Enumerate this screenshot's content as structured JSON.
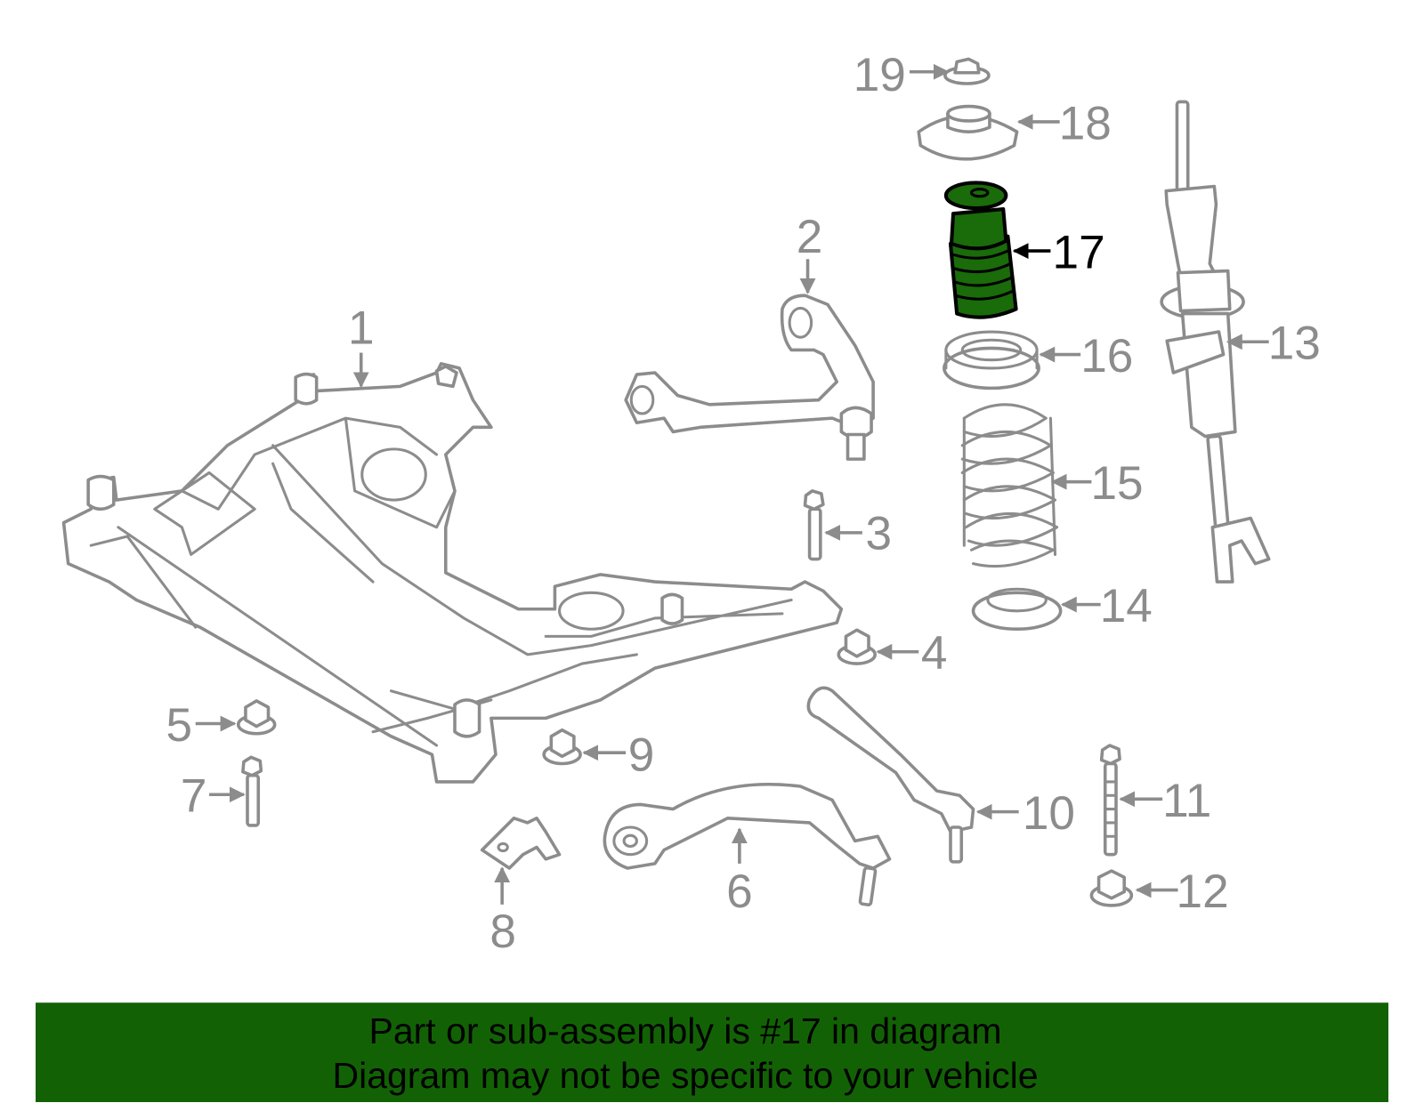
{
  "diagram": {
    "highlighted_part": "17",
    "highlight_color": "#1a6b0a",
    "line_color": "#8c8c8c",
    "callouts": [
      "1",
      "2",
      "3",
      "4",
      "5",
      "6",
      "7",
      "8",
      "9",
      "10",
      "11",
      "12",
      "13",
      "14",
      "15",
      "16",
      "17",
      "18",
      "19"
    ]
  },
  "banner": {
    "line1": "Part or sub-assembly is #17 in diagram",
    "line2": "Diagram may not be specific to your vehicle",
    "color": "#126205"
  }
}
